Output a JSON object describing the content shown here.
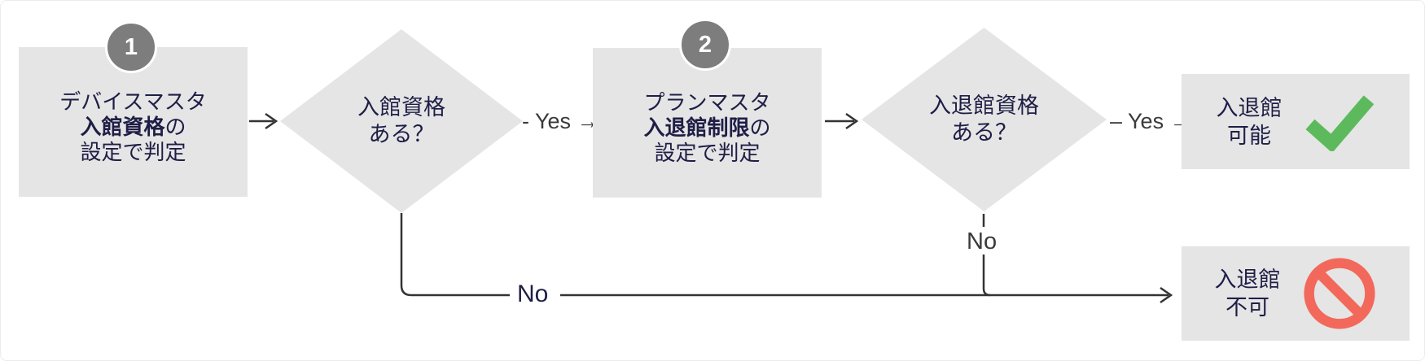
{
  "diagram": {
    "title": "entry-exit-permission-flowchart",
    "steps": {
      "box1": {
        "badge": "1",
        "line1": "デバイスマスタ",
        "line2_bold": "入館資格",
        "line2_rest": "の",
        "line3": "設定で判定"
      },
      "decision1": {
        "line1": "入館資格",
        "line2": "ある？"
      },
      "box2": {
        "badge": "2",
        "line1": "プランマスタ",
        "line2_bold": "入退館制限",
        "line2_rest": "の",
        "line3": "設定で判定"
      },
      "decision2": {
        "line1": "入退館資格",
        "line2": "ある？"
      },
      "outcome_allowed": {
        "line1": "入退館",
        "line2": "可能",
        "icon": "check-icon"
      },
      "outcome_denied": {
        "line1": "入退館",
        "line2": "不可",
        "icon": "ban-icon"
      }
    },
    "labels": {
      "yes1": "- Yes →",
      "yes2": "– Yes →",
      "no1": "No",
      "no2": "No"
    },
    "colors": {
      "node_bg": "#e5e5e5",
      "node_text": "#1e1e46",
      "badge_bg": "#7d7d7d",
      "connector": "#333333",
      "label_gray": "#3a3a3a",
      "label_navy": "#1e1e46",
      "check_green": "#5cba5c",
      "ban_red": "#f2695c"
    }
  }
}
